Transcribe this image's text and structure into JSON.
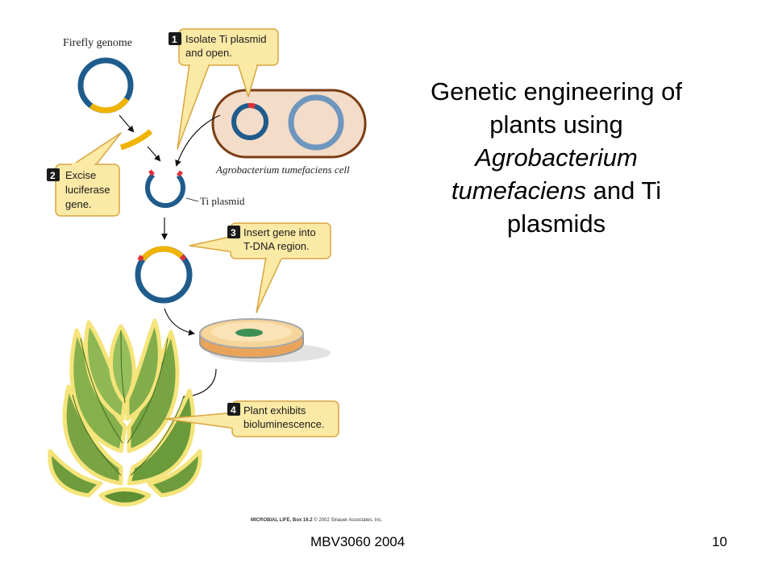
{
  "slide": {
    "title": {
      "line1": "Genetic engineering of",
      "line2": "plants using",
      "line3_italic": "Agrobacterium",
      "line4_italic": "tumefaciens",
      "line4_rest": " and Ti",
      "line5": "plasmids"
    },
    "footer_left": "MBV3060 2004",
    "footer_right": "10"
  },
  "figure": {
    "label_firefly_genome": "Firefly genome",
    "label_agrobacterium_cell": "Agrobacterium tumefaciens cell",
    "label_ti_plasmid": "Ti plasmid",
    "steps": [
      {
        "number": "1",
        "line1": "Isolate Ti plasmid",
        "line2": "and open."
      },
      {
        "number": "2",
        "line1": "Excise",
        "line2": "luciferase",
        "line3": "gene."
      },
      {
        "number": "3",
        "line1": "Insert gene into",
        "line2": "T-DNA region."
      },
      {
        "number": "4",
        "line1": "Plant exhibits",
        "line2": "bioluminescence."
      }
    ],
    "credit_book": "MICROBIAL LIFE",
    "credit_box": "Box 16.2",
    "credit_copyright": "© 2002 Sinauer Associates, Inc.",
    "colors": {
      "dna_blue": "#1f5c8c",
      "gene_yellow": "#f0b400",
      "callout_fill": "#fbe9a6",
      "callout_stroke": "#d8a640",
      "cell_fill": "#f3dcc8",
      "leaf_green": "#6b9a3a",
      "leaf_glow": "#f4e47a"
    }
  }
}
